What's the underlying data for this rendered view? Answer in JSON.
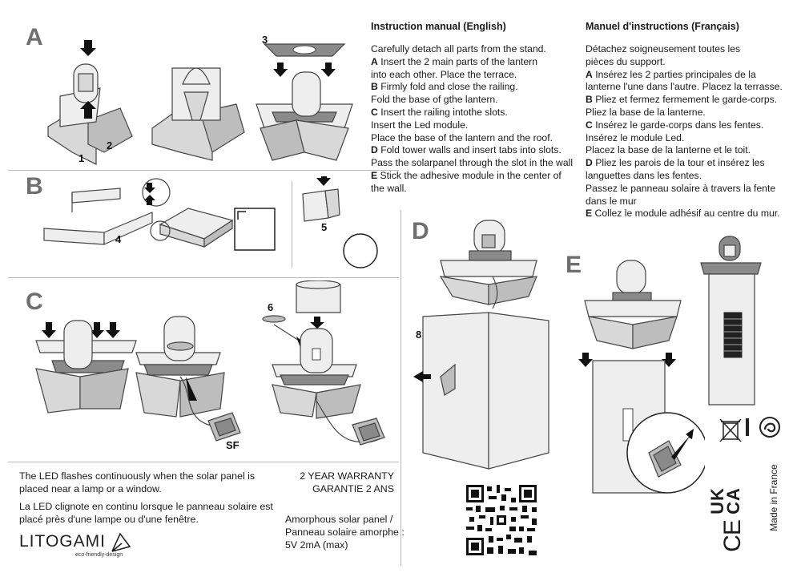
{
  "steps": {
    "a": "A",
    "b": "B",
    "c": "C",
    "d": "D",
    "e": "E"
  },
  "numbers": {
    "n1": "1",
    "n2": "2",
    "n3": "3",
    "n4": "4",
    "n5": "5",
    "n6": "6",
    "n8": "8",
    "sf": "SF"
  },
  "english": {
    "title": "Instruction manual (English)",
    "intro": "Carefully detach all parts from the stand.",
    "a_label": "A",
    "a_text1": "Insert the 2 main parts of the lantern",
    "a_text2": "into each other. Place the terrace.",
    "b_label": "B",
    "b_text": "Firmly fold and close the railing.",
    "b_text2": "Fold the base of gthe lantern.",
    "c_label": "C",
    "c_text": "Insert the railing intothe slots.",
    "c_text2": "Insert the Led module.",
    "c_text3": "Place the base of the lantern and the roof.",
    "d_label": "D",
    "d_text": "Fold tower walls and insert tabs into slots.",
    "d_text2": "Pass the solarpanel through the slot in the wall",
    "e_label": "E",
    "e_text1": "Stick the adhesive module in the center of",
    "e_text2": "the wall."
  },
  "french": {
    "title": "Manuel d'instructions (Français)",
    "intro1": "Détachez soigneusement toutes les",
    "intro2": "pièces du support.",
    "a_label": "A",
    "a_text1": "Insérez les 2 parties principales de la",
    "a_text2": "lanterne l'une dans l'autre. Placez la terrasse.",
    "b_label": "B",
    "b_text": "Pliez et fermez fermement le garde-corps.",
    "b_text2": "Pliez la base de la lanterne.",
    "c_label": "C",
    "c_text": "Insérez le garde-corps dans les fentes.",
    "c_text2": "Insérez le module Led.",
    "c_text3": "Placez la base de la lanterne et le toit.",
    "d_label": "D",
    "d_text1": "Pliez les parois de la tour et insérez les",
    "d_text2": "languettes dans les fentes.",
    "d_text3": "Passez le panneau solaire à travers la fente",
    "d_text4": "dans le mur",
    "e_label": "E",
    "e_text": "Collez le module adhésif au centre du mur."
  },
  "footer": {
    "led_en1": "The LED flashes continuously when the solar panel is",
    "led_en2": "placed near a lamp or a window.",
    "led_fr1": "La LED clignote en continu lorsque le panneau solaire est",
    "led_fr2": "placé près d'une lampe ou d'une fenêtre.",
    "warranty_en": "2 YEAR WARRANTY",
    "warranty_fr": "GARANTIE 2 ANS",
    "panel1": "Amorphous solar panel /",
    "panel2": "Panneau solaire amorphe :",
    "panel3": "5V 2mA   (max)",
    "brand": "LITOGAMI",
    "tagline": "eco-friendly-design",
    "made_in": "Made in France",
    "ukca_top": "UK",
    "ukca_bottom": "CA",
    "ce": "CE"
  },
  "icons": [
    "litogami-logo-icon",
    "weee-bin-icon",
    "recycle-swirl-icon",
    "qr-code-icon",
    "arrow-down-icon"
  ]
}
